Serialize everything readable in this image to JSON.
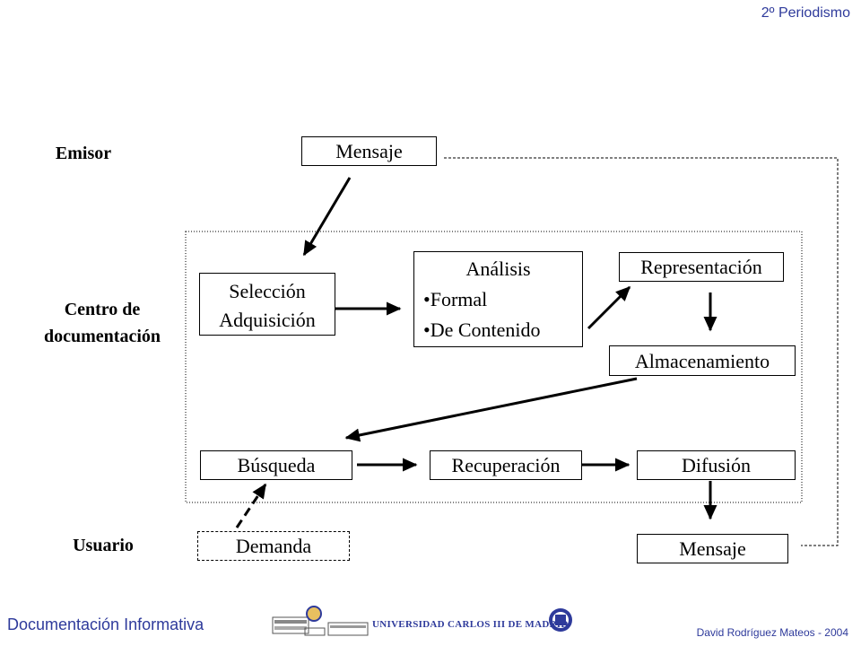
{
  "header": {
    "course_label": "2º Periodismo"
  },
  "footer": {
    "subject": "Documentación Informativa",
    "author": "David Rodríguez Mateos - 2004",
    "university": "UNIVERSIDAD CARLOS III DE MADRID"
  },
  "roles": {
    "emisor": "Emisor",
    "centro_line1": "Centro de",
    "centro_line2": "documentación",
    "usuario": "Usuario"
  },
  "nodes": {
    "mensaje_top": "Mensaje",
    "seleccion_line1": "Selección",
    "seleccion_line2": "Adquisición",
    "analisis_title": "Análisis",
    "analisis_item1": "•Formal",
    "analisis_item2": "•De Contenido",
    "representacion": "Representación",
    "almacenamiento": "Almacenamiento",
    "busqueda": "Búsqueda",
    "recuperacion": "Recuperación",
    "difusion": "Difusión",
    "demanda": "Demanda",
    "mensaje_bottom": "Mensaje"
  },
  "colors": {
    "footer_text": "#2e3a9b",
    "line": "#000000"
  }
}
